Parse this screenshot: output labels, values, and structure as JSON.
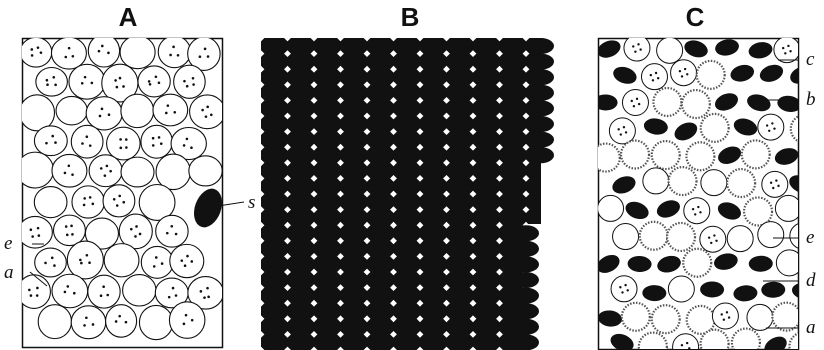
{
  "panels": [
    {
      "title": "A",
      "labels": {
        "s": "s",
        "e": "e",
        "a": "a"
      }
    },
    {
      "title": "B"
    },
    {
      "title": "C",
      "labels": {
        "c": "c",
        "b": "b",
        "e": "e",
        "d": "d",
        "a": "a"
      }
    }
  ],
  "colors": {
    "ink": "#111111",
    "paper": "#ffffff",
    "speckle": "#555555"
  }
}
